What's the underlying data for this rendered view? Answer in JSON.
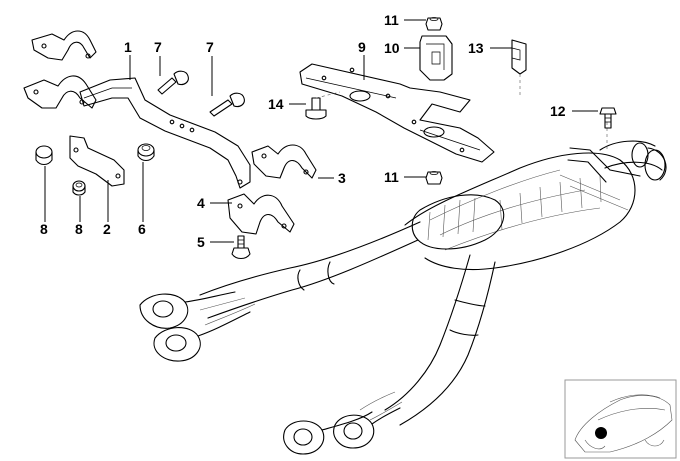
{
  "diagram": {
    "callouts": [
      "1",
      "2",
      "3",
      "4",
      "5",
      "6",
      "7",
      "7",
      "8",
      "8",
      "9",
      "10",
      "11",
      "11",
      "12",
      "13",
      "14"
    ],
    "colors": {
      "ink": "#000000",
      "inset_frame": "#9a9a9a",
      "locator_dot": "#000000"
    }
  }
}
